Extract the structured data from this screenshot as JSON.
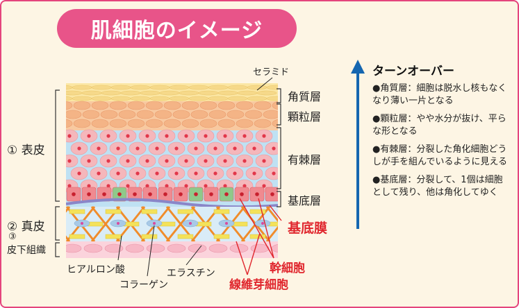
{
  "title": "肌細胞のイメージ",
  "labels": {
    "ceramide": "セラミド",
    "stratum_corneum": "角質層",
    "stratum_granulosum": "顆粒層",
    "stratum_spinosum": "有棘層",
    "stratum_basale": "基底層",
    "basement_membrane": "基底膜",
    "stem_cell": "幹細胞",
    "fibroblast": "線維芽細胞",
    "hyaluronic_acid": "ヒアルロン酸",
    "collagen": "コラーゲン",
    "elastin": "エラスチン"
  },
  "sides": {
    "epidermis": "① 表皮",
    "dermis": "② 真皮",
    "subcutis_num": "③",
    "subcutis": "皮下組織"
  },
  "turnover": {
    "title": "ターンオーバー",
    "notes": [
      "●角質層：細胞は脱水し核もなくなり薄い一片となる",
      "●顆粒層：やや水分が抜け、平らな形となる",
      "●有棘層：分裂した角化細胞どうしが手を組んでいるように見える",
      "●基底層：分裂して、1個は細胞として残り、他は角化してゆく"
    ]
  },
  "colors": {
    "frame": "#e4447c",
    "title_bg": "#e85489",
    "arrow": "#1566b0",
    "accent_red": "#e0262d",
    "corneum": "#fbe6a3",
    "granular": "#f8c9a0",
    "spinous": "#f7c6c8",
    "dermis_fiber": "#f08c2a",
    "elastin": "#f4e25a"
  }
}
